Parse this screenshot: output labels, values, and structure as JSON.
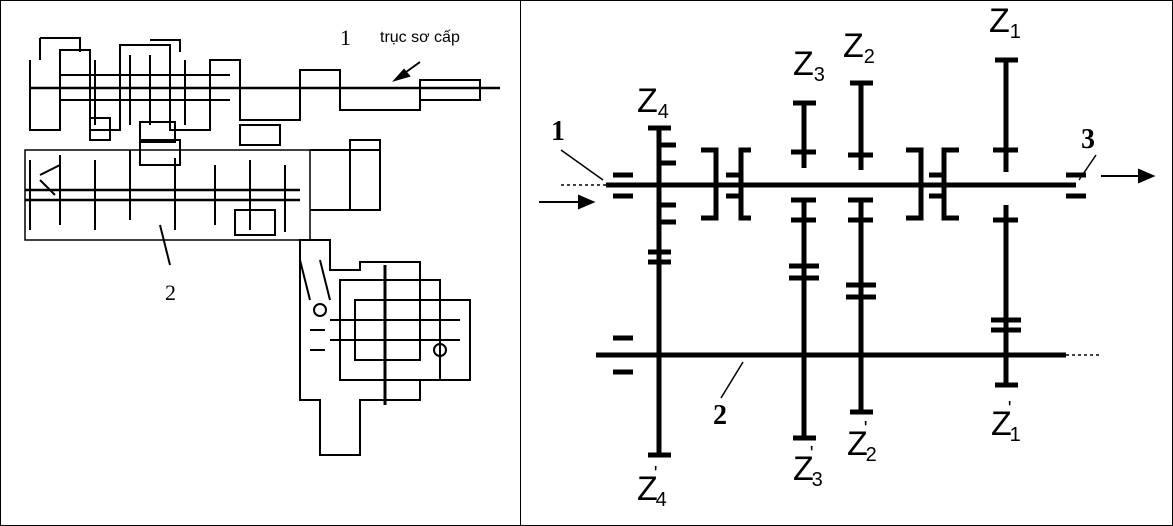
{
  "left_panel": {
    "shaft_1_label": "1",
    "shaft_2_label": "2",
    "input_shaft_label": "trục sơ cấp"
  },
  "right_panel": {
    "shaft_1_label": "1",
    "shaft_2_label": "2",
    "shaft_3_label": "3",
    "gears_top": [
      {
        "letter": "Z",
        "sub": "4"
      },
      {
        "letter": "Z",
        "sub": "3"
      },
      {
        "letter": "Z",
        "sub": "2"
      },
      {
        "letter": "Z",
        "sub": "1"
      }
    ],
    "gears_bottom": [
      {
        "letter": "Z",
        "sub": "4",
        "prime": "'"
      },
      {
        "letter": "Z",
        "sub": "3",
        "prime": "'"
      },
      {
        "letter": "Z",
        "sub": "2",
        "prime": "'"
      },
      {
        "letter": "Z",
        "sub": "1",
        "prime": "'"
      }
    ]
  }
}
